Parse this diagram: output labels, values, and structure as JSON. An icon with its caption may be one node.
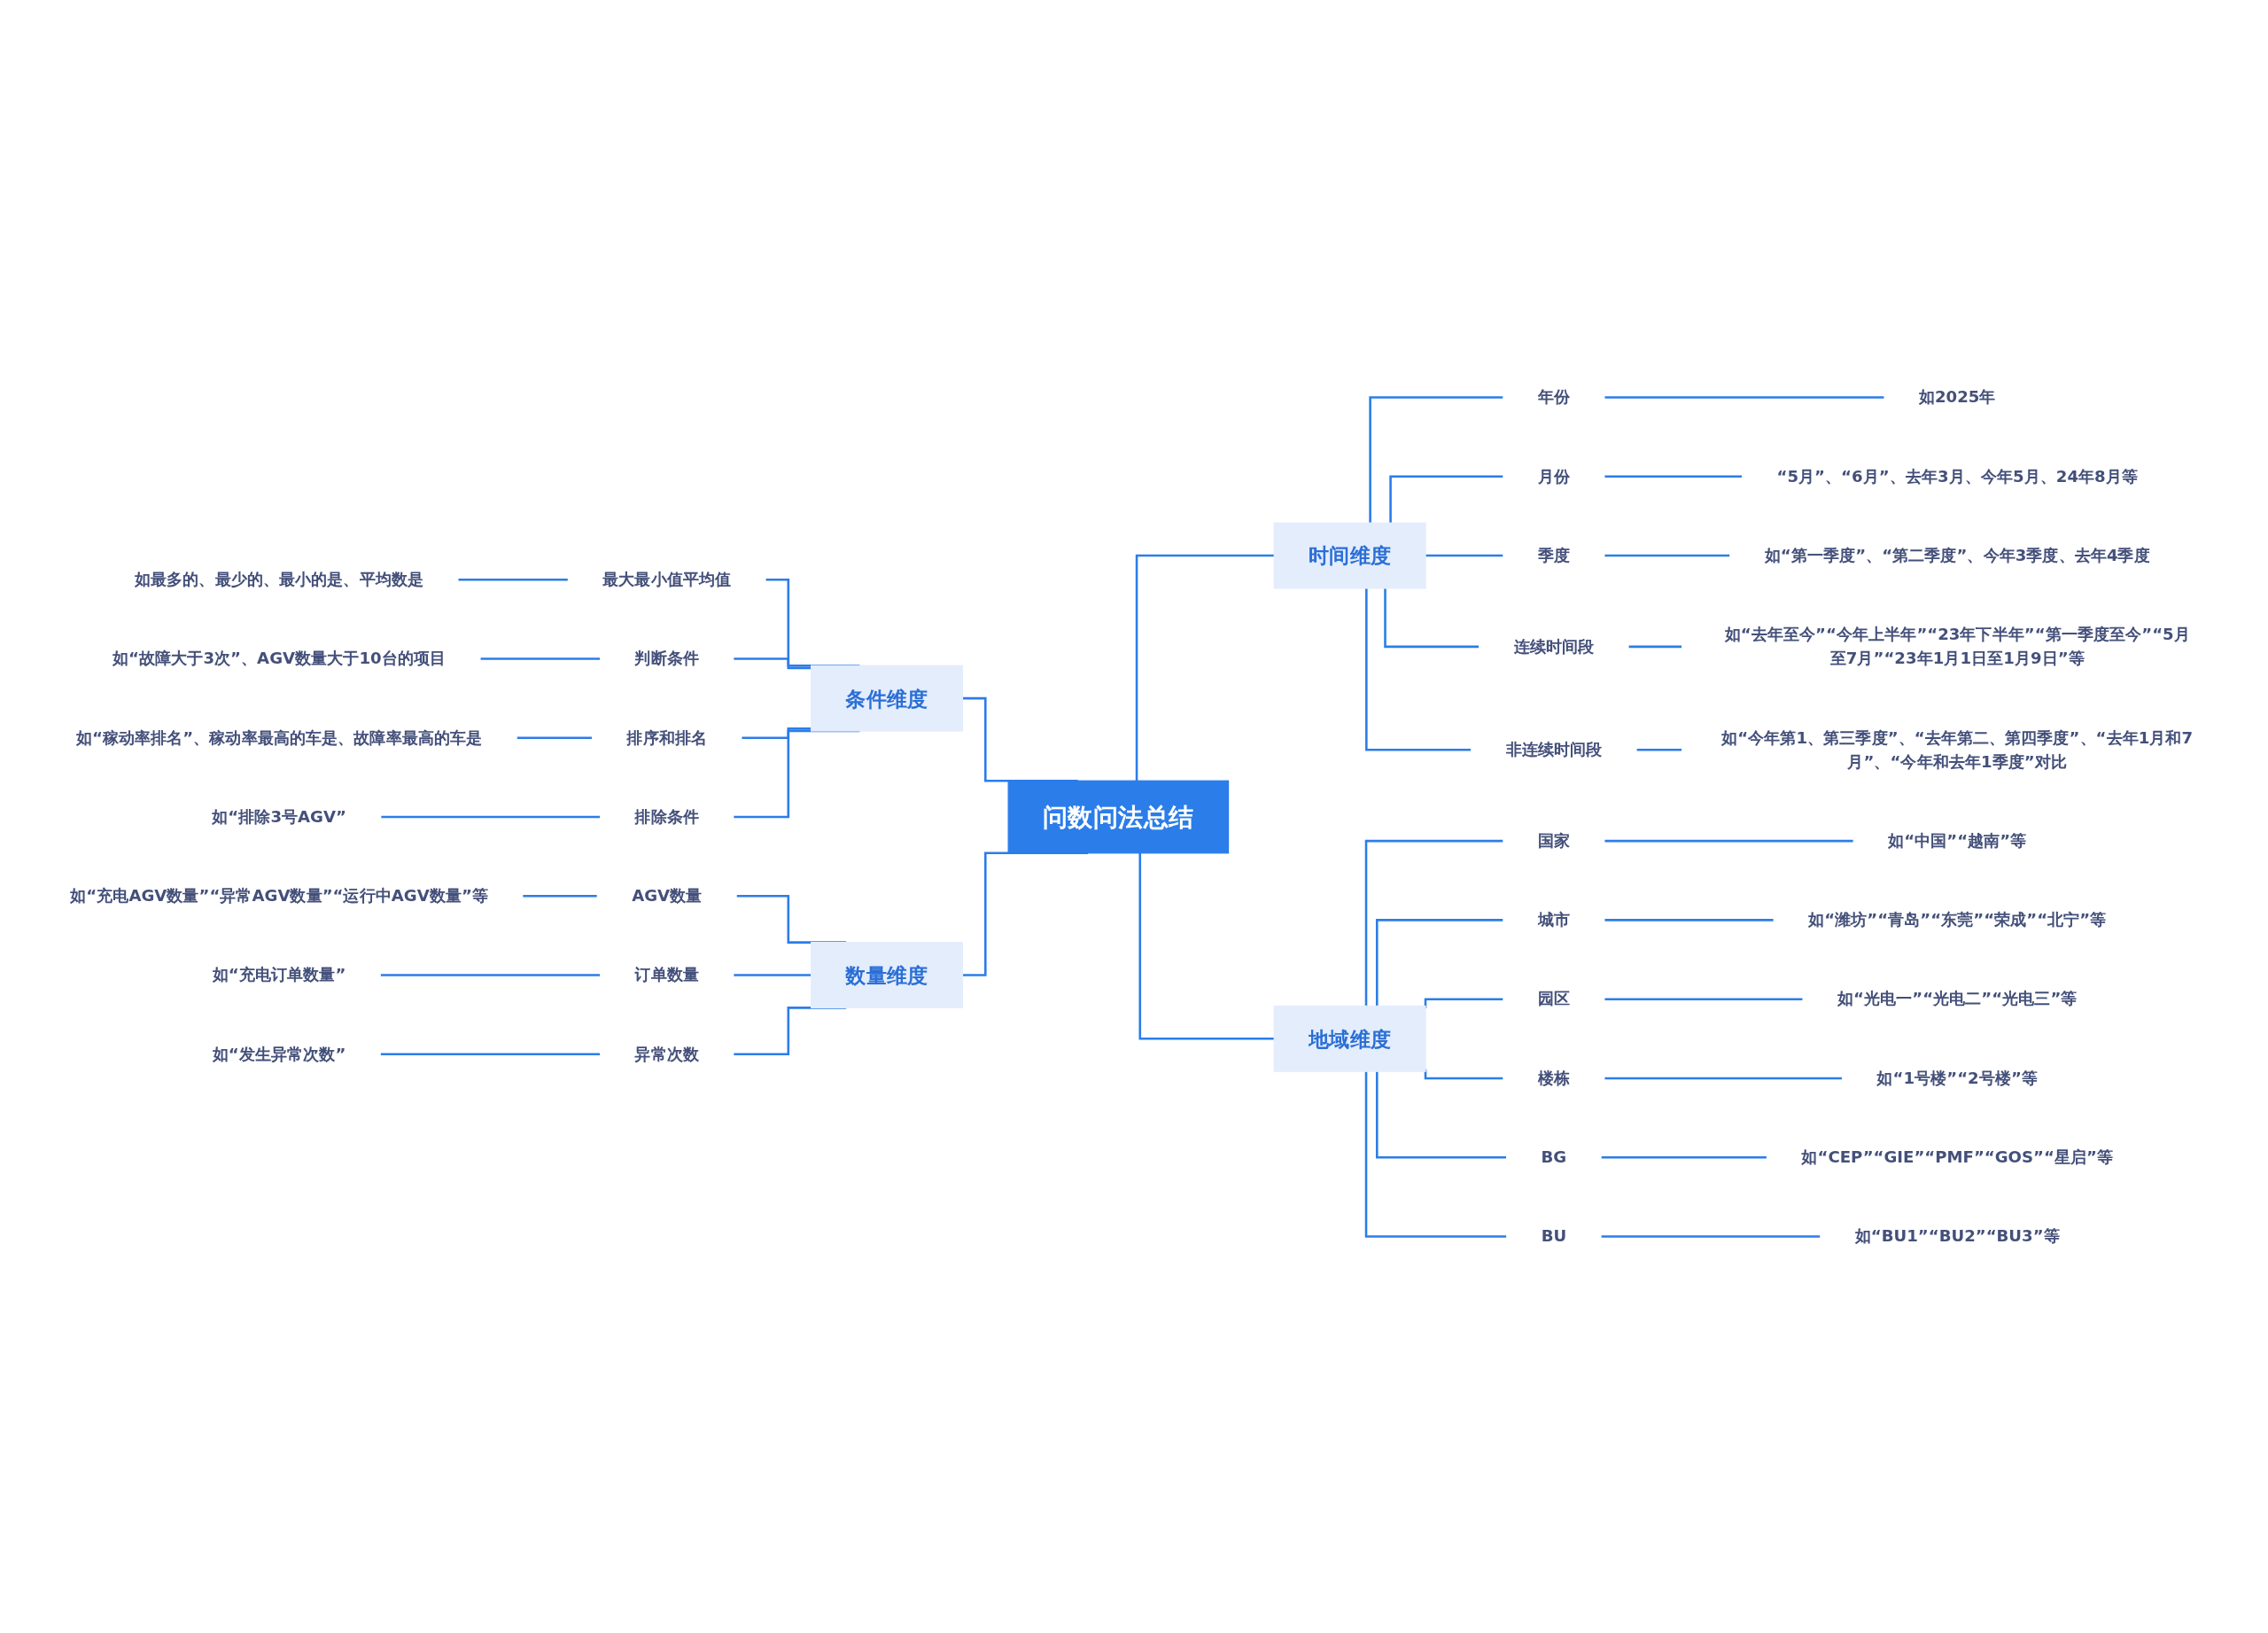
{
  "diagram": {
    "nodes": [
      {
        "text": [
          "问数问法总结"
        ]
      },
      {
        "text": [
          "条件维度"
        ]
      },
      {
        "text": [
          "最大最小值平均值"
        ]
      },
      {
        "text": [
          "如最多的、最少的、最小的是、平均数是"
        ]
      },
      {
        "text": [
          "判断条件"
        ]
      },
      {
        "text": [
          "如“故障大于3次”、AGV数量大于10台的项目"
        ]
      },
      {
        "text": [
          "排序和排名"
        ]
      },
      {
        "text": [
          "如“稼动率排名”、稼动率最高的车是、故障率最高的车是"
        ]
      },
      {
        "text": [
          "排除条件"
        ]
      },
      {
        "text": [
          "如“排除3号AGV”"
        ]
      },
      {
        "text": [
          "数量维度"
        ]
      },
      {
        "text": [
          "AGV数量"
        ]
      },
      {
        "text": [
          "如“充电AGV数量”“异常AGV数量”“运行中AGV数量”等"
        ]
      },
      {
        "text": [
          "订单数量"
        ]
      },
      {
        "text": [
          "如“充电订单数量”"
        ]
      },
      {
        "text": [
          "异常次数"
        ]
      },
      {
        "text": [
          "如“发生异常次数”"
        ]
      },
      {
        "text": [
          "时间维度"
        ]
      },
      {
        "text": [
          "年份"
        ]
      },
      {
        "text": [
          "如2025年"
        ]
      },
      {
        "text": [
          "月份"
        ]
      },
      {
        "text": [
          "“5月”、“6月”、去年3月、今年5月、24年8月等"
        ]
      },
      {
        "text": [
          "季度"
        ]
      },
      {
        "text": [
          "如“第一季度”、“第二季度”、今年3季度、去年4季度"
        ]
      },
      {
        "text": [
          "连续时间段"
        ]
      },
      {
        "text": [
          "如“去年至今”“今年上半年”“23年下半年”“第一季度至今”“5月至7月”“23年1月1日至1月9日”等"
        ]
      },
      {
        "text": [
          "非连续时间段"
        ]
      },
      {
        "text": [
          "如“今年第1、第三季度”、“去年第二、第四季度”、“去年1月和7月”、“今年和去年1季度”对比"
        ]
      },
      {
        "text": [
          "地域维度"
        ]
      },
      {
        "text": [
          "国家"
        ]
      },
      {
        "text": [
          "如“中国”“越南”等"
        ]
      },
      {
        "text": [
          "城市"
        ]
      },
      {
        "text": [
          "如“潍坊”“青岛”“东莞”“荣成”“北宁”等"
        ]
      },
      {
        "text": [
          "园区"
        ]
      },
      {
        "text": [
          "如“光电一”“光电二”“光电三”等"
        ]
      },
      {
        "text": [
          "楼栋"
        ]
      },
      {
        "text": [
          "如“1号楼”“2号楼”等"
        ]
      },
      {
        "text": [
          "BG"
        ]
      },
      {
        "text": [
          "如“CEP”“GIE”“PMF”“GOS”“星启”等"
        ]
      },
      {
        "text": [
          "BU"
        ]
      },
      {
        "text": [
          "如“BU1”“BU2”“BU3”等"
        ]
      }
    ],
    "edges": [
      {
        "from": 3,
        "to": 2,
        "arrow": "none"
      },
      {
        "from": 2,
        "to": 1,
        "arrow": "none"
      },
      {
        "from": 5,
        "to": 4,
        "arrow": "none"
      },
      {
        "from": 4,
        "to": 1,
        "arrow": "none"
      },
      {
        "from": 7,
        "to": 6,
        "arrow": "none"
      },
      {
        "from": 6,
        "to": 1,
        "arrow": "none"
      },
      {
        "from": 9,
        "to": 8,
        "arrow": "none"
      },
      {
        "from": 8,
        "to": 1,
        "arrow": "none"
      },
      {
        "from": 1,
        "to": 0,
        "arrow": "none"
      },
      {
        "from": 12,
        "to": 11,
        "arrow": "none"
      },
      {
        "from": 11,
        "to": 10,
        "arrow": "none"
      },
      {
        "from": 14,
        "to": 13,
        "arrow": "none"
      },
      {
        "from": 13,
        "to": 10,
        "arrow": "none"
      },
      {
        "from": 16,
        "to": 15,
        "arrow": "none"
      },
      {
        "from": 15,
        "to": 10,
        "arrow": "none"
      },
      {
        "from": 10,
        "to": 0,
        "arrow": "none"
      },
      {
        "from": 0,
        "to": 17,
        "arrow": "none"
      },
      {
        "from": 17,
        "to": 18,
        "arrow": "none"
      },
      {
        "from": 18,
        "to": 19,
        "arrow": "none"
      },
      {
        "from": 17,
        "to": 20,
        "arrow": "none"
      },
      {
        "from": 20,
        "to": 21,
        "arrow": "none"
      },
      {
        "from": 17,
        "to": 22,
        "arrow": "none"
      },
      {
        "from": 22,
        "to": 23,
        "arrow": "none"
      },
      {
        "from": 17,
        "to": 24,
        "arrow": "none"
      },
      {
        "from": 24,
        "to": 25,
        "arrow": "none"
      },
      {
        "from": 17,
        "to": 26,
        "arrow": "none"
      },
      {
        "from": 26,
        "to": 27,
        "arrow": "none"
      },
      {
        "from": 0,
        "to": 28,
        "arrow": "none"
      },
      {
        "from": 28,
        "to": 29,
        "arrow": "none"
      },
      {
        "from": 29,
        "to": 30,
        "arrow": "none"
      },
      {
        "from": 28,
        "to": 31,
        "arrow": "none"
      },
      {
        "from": 31,
        "to": 32,
        "arrow": "none"
      },
      {
        "from": 28,
        "to": 33,
        "arrow": "none"
      },
      {
        "from": 33,
        "to": 34,
        "arrow": "none"
      },
      {
        "from": 28,
        "to": 35,
        "arrow": "none"
      },
      {
        "from": 35,
        "to": 36,
        "arrow": "none"
      },
      {
        "from": 28,
        "to": 37,
        "arrow": "none"
      },
      {
        "from": 37,
        "to": 38,
        "arrow": "none"
      },
      {
        "from": 28,
        "to": 39,
        "arrow": "none"
      },
      {
        "from": 39,
        "to": 40,
        "arrow": "none"
      }
    ]
  }
}
